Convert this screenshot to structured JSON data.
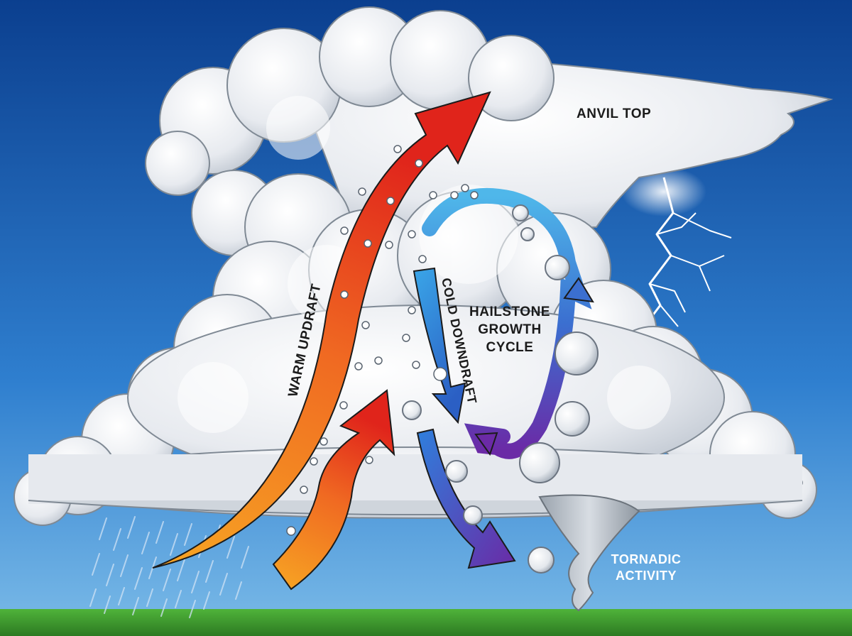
{
  "labels": {
    "anvil_top": "ANVIL TOP",
    "warm_updraft": "WARM UPDRAFT",
    "cold_downdraft": "COLD DOWNDRAFT",
    "hailstone_line1": "HAILSTONE",
    "hailstone_line2": "GROWTH",
    "hailstone_line3": "CYCLE",
    "tornadic_line1": "TORNADIC",
    "tornadic_line2": "ACTIVITY"
  },
  "colors": {
    "sky_top": "#0b3f8f",
    "sky_bottom": "#6ab0e6",
    "ground": "#3c9a2c",
    "updraft_start": "#f7a623",
    "updraft_end": "#e0241b",
    "downdraft_start": "#3aa6e8",
    "downdraft_end": "#5b2aa8",
    "cloud": "#f2f4f7",
    "cloud_shadow": "#c5cbd3"
  }
}
